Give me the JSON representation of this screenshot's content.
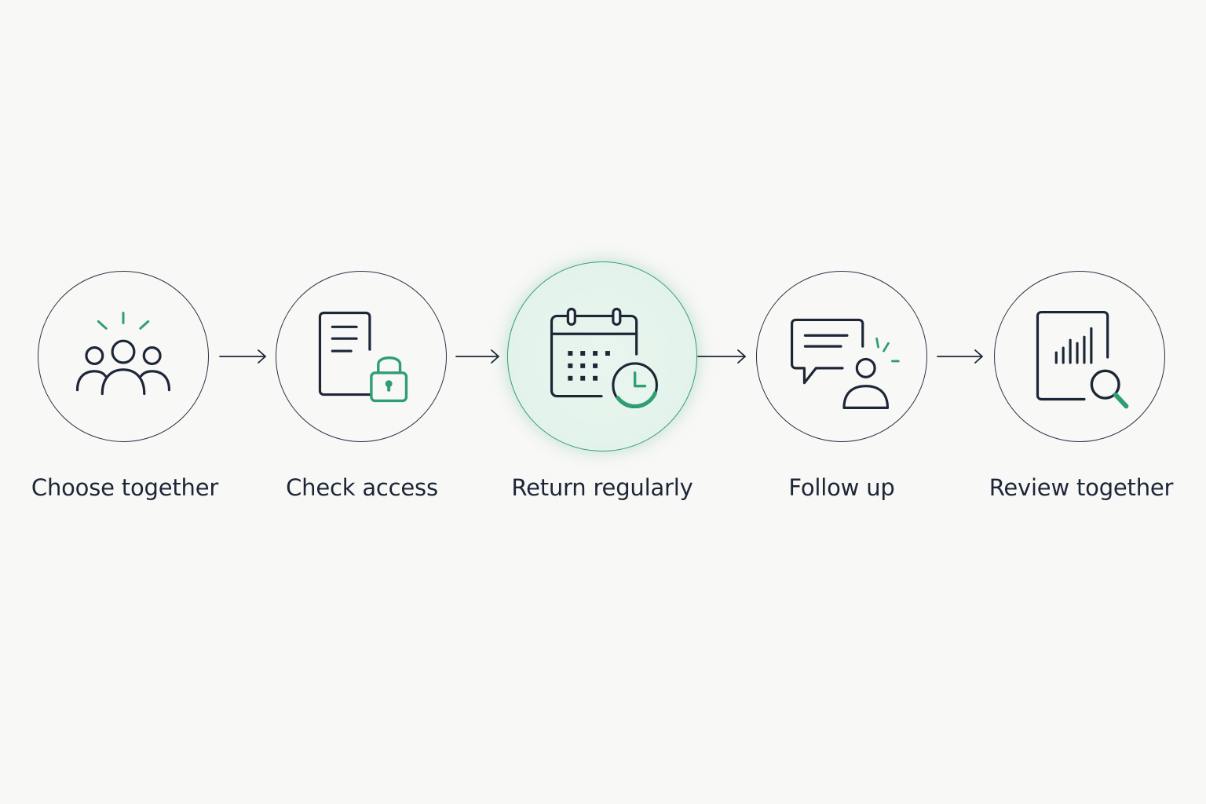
{
  "colors": {
    "background": "#f8f8f6",
    "stroke": "#1c2637",
    "accent": "#2e9e73",
    "active_fill": "#e3f3eb"
  },
  "steps": [
    {
      "label": "Choose together",
      "icon": "people-group-icon"
    },
    {
      "label": "Check access",
      "icon": "document-lock-icon"
    },
    {
      "label": "Return regularly",
      "icon": "calendar-clock-icon",
      "active": true
    },
    {
      "label": "Follow up",
      "icon": "chat-person-icon"
    },
    {
      "label": "Review together",
      "icon": "report-search-icon"
    }
  ]
}
